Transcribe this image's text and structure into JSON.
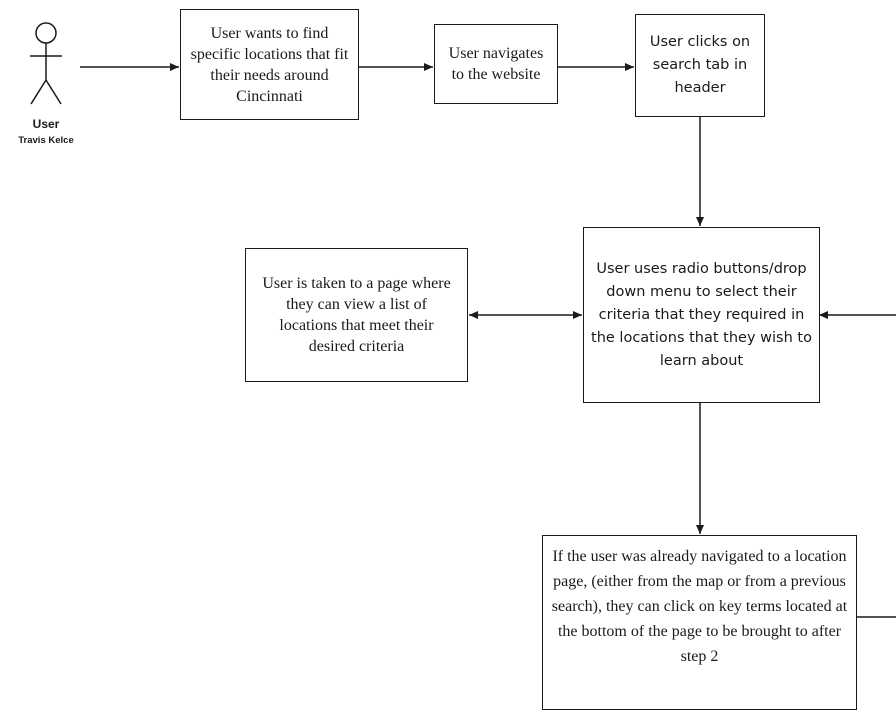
{
  "actor": {
    "role": "User",
    "name": "Travis Kelce"
  },
  "steps": {
    "find_locations": "User wants to find specific locations that fit their needs around Cincinnati",
    "navigate_website": "User navigates to the website",
    "click_search": "User clicks on search tab in header",
    "select_criteria": "User uses radio buttons/drop down menu to select their criteria that they required in the locations that they wish to learn about",
    "view_list": "User is taken to a page where they can view a list of locations that meet their desired criteria",
    "key_terms": "If the user was already navigated to a location page, (either from the map or from a previous search), they can click on key terms located at the bottom of the page to be brought to after step 2"
  },
  "colors": {
    "stroke": "#1a1a1a",
    "background": "#ffffff"
  }
}
